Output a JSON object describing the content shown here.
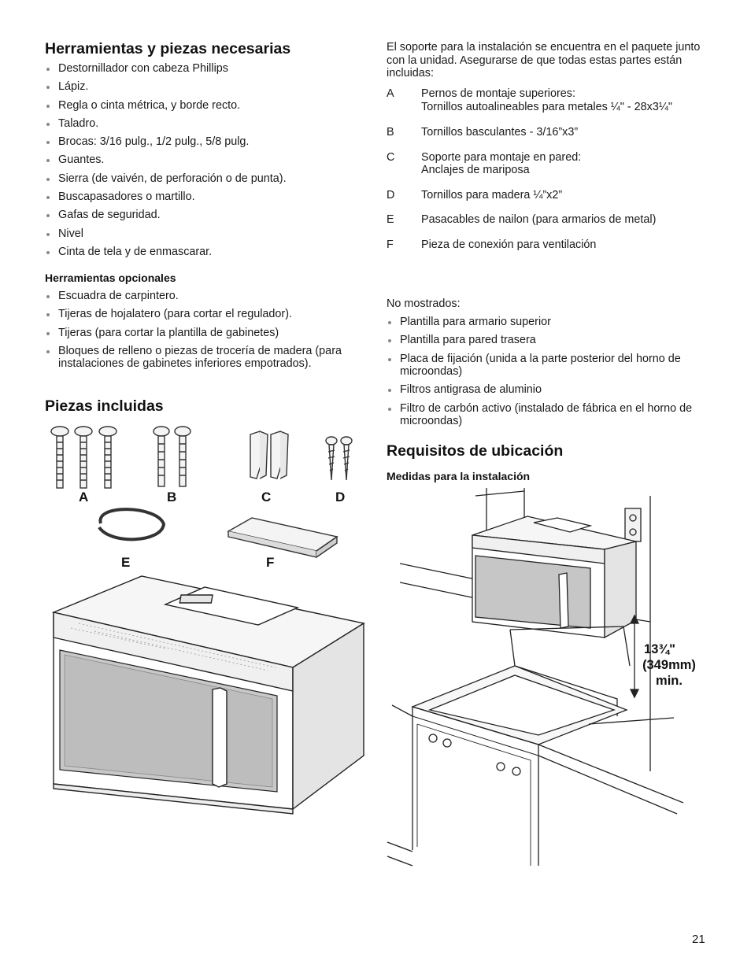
{
  "left": {
    "tools_heading": "Herramientas y piezas necesarias",
    "tools": [
      "Destornillador con cabeza Phillips",
      "Lápiz.",
      "Regla o cinta métrica, y borde recto.",
      "Taladro.",
      "Brocas: 3/16 pulg., 1/2 pulg., 5/8 pulg.",
      "Guantes.",
      "Sierra (de vaivén, de perforación o de punta).",
      "Buscapasadores o martillo.",
      "Gafas de seguridad.",
      "Nivel",
      "Cinta de tela y de enmascarar."
    ],
    "optional_heading": "Herramientas opcionales",
    "optional": [
      "Escuadra de carpintero.",
      "Tijeras de hojalatero (para cortar el regulador).",
      "Tijeras (para cortar la plantilla de gabinetes)",
      "Bloques de relleno o piezas de trocería de madera (para instalaciones de gabinetes inferiores empotrados)."
    ],
    "included_heading": "Piezas incluidas",
    "figure_labels": [
      "A",
      "B",
      "C",
      "D",
      "E",
      "F"
    ]
  },
  "right": {
    "intro": "El soporte para la instalación se encuentra en el paquete junto con la unidad. Asegurarse de que todas estas partes están incluidas:",
    "parts": [
      {
        "letter": "A",
        "line1": "Pernos de montaje superiores:",
        "line2": "Tornillos autoalineables para metales ¼\" - 28x3¼\""
      },
      {
        "letter": "B",
        "line1": "Tornillos basculantes - 3/16”x3”",
        "line2": ""
      },
      {
        "letter": "C",
        "line1": "Soporte para montaje en pared:",
        "line2": "Anclajes de mariposa"
      },
      {
        "letter": "D",
        "line1": "Tornillos para madera ¼”x2”",
        "line2": ""
      },
      {
        "letter": "E",
        "line1": "Pasacables de nailon (para armarios de metal)",
        "line2": ""
      },
      {
        "letter": "F",
        "line1": "Pieza de conexión para ventilación",
        "line2": ""
      }
    ],
    "not_shown_label": "No mostrados:",
    "not_shown": [
      "Plantilla para armario superior",
      "Plantilla para pared trasera",
      "Placa de fijación (unida a la parte posterior del horno de microondas)",
      "Filtros antigrasa de aluminio",
      "Filtro de carbón activo (instalado de fábrica en el horno de microondas)"
    ],
    "location_heading": "Requisitos de ubicación",
    "measure_heading": "Medidas para la instalación",
    "dimension": {
      "line1": "13¾\"",
      "line2": "(349mm)",
      "line3": "min."
    }
  },
  "page_number": "21"
}
